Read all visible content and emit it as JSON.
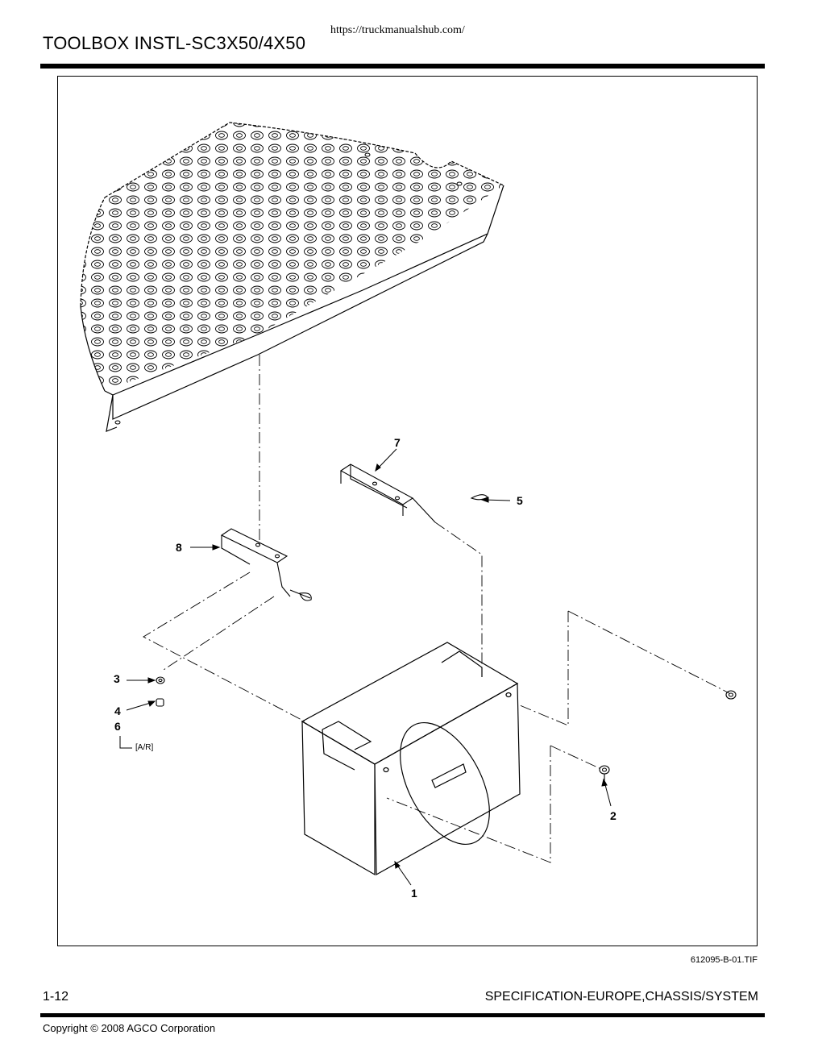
{
  "header": {
    "url": "https://truckmanualshub.com/",
    "title": "TOOLBOX INSTL-SC3X50/4X50"
  },
  "figure": {
    "image_ref": "612095-B-01.TIF",
    "callouts": [
      "1",
      "2",
      "3",
      "4",
      "5",
      "6",
      "7",
      "8"
    ],
    "as_required_note": "[A/R]"
  },
  "footer": {
    "page_number": "1-12",
    "section": "SPECIFICATION-EUROPE,CHASSIS/SYSTEM",
    "copyright": "Copyright © 2008 AGCO Corporation"
  }
}
